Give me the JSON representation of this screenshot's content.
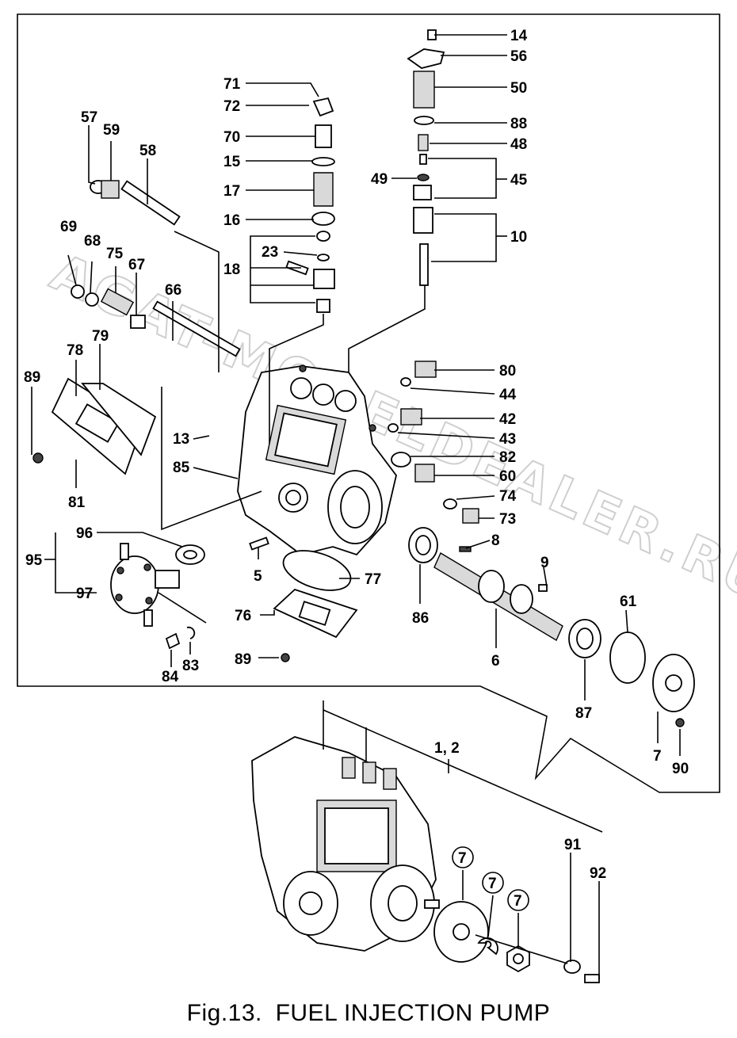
{
  "figure": {
    "caption_prefix": "Fig.13.",
    "caption_title": "FUEL INJECTION PUMP"
  },
  "watermark": {
    "text": "AGAT-MODELDEALER.RU",
    "color": "#cfcfcf"
  },
  "callouts": {
    "c14": "14",
    "c56": "56",
    "c50": "50",
    "c88": "88",
    "c48": "48",
    "c49": "49",
    "c45": "45",
    "c10": "10",
    "c71": "71",
    "c72": "72",
    "c70": "70",
    "c15": "15",
    "c17": "17",
    "c16": "16",
    "c23": "23",
    "c18": "18",
    "c57": "57",
    "c59": "59",
    "c58": "58",
    "c69": "69",
    "c68": "68",
    "c75": "75",
    "c67": "67",
    "c66": "66",
    "c78": "78",
    "c79": "79",
    "c89a": "89",
    "c81": "81",
    "c13": "13",
    "c85": "85",
    "c80": "80",
    "c44": "44",
    "c42": "42",
    "c43": "43",
    "c82": "82",
    "c60": "60",
    "c74": "74",
    "c73": "73",
    "c8": "8",
    "c9": "9",
    "c96": "96",
    "c95": "95",
    "c97": "97",
    "c5": "5",
    "c77": "77",
    "c76": "76",
    "c86": "86",
    "c6": "6",
    "c61": "61",
    "c87": "87",
    "c7a": "7",
    "c90": "90",
    "c84": "84",
    "c83": "83",
    "c89b": "89",
    "c12": "1, 2",
    "c91": "91",
    "c92": "92",
    "c7b": "7",
    "c7c": "7",
    "c7d": "7"
  }
}
